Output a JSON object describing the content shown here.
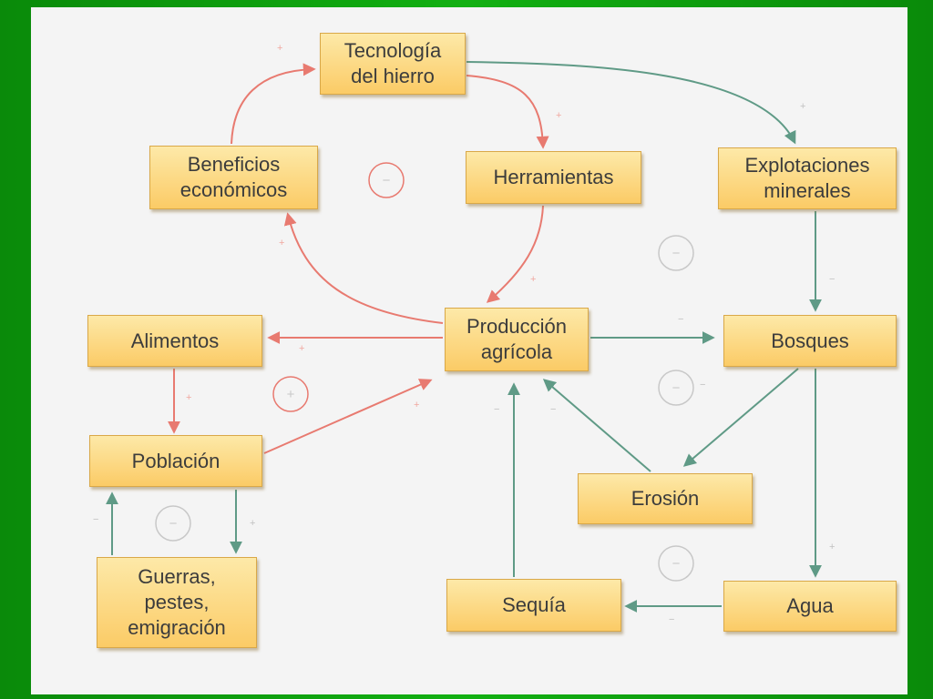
{
  "nodes": {
    "tecnologia": "Tecnología\ndel hierro",
    "beneficios": "Beneficios\neconómicos",
    "herramientas": "Herramientas",
    "explotaciones": "Explotaciones\nminerales",
    "produccion": "Producción\nagrícola",
    "alimentos": "Alimentos",
    "bosques": "Bosques",
    "poblacion": "Población",
    "erosion": "Erosión",
    "guerras": "Guerras,\npestes,\nemigración",
    "sequia": "Sequía",
    "agua": "Agua"
  },
  "edges": [
    {
      "from": "beneficios",
      "to": "tecnologia",
      "sign": "+",
      "color": "#e87a70"
    },
    {
      "from": "tecnologia",
      "to": "herramientas",
      "sign": "+",
      "color": "#e87a70"
    },
    {
      "from": "tecnologia",
      "to": "explotaciones",
      "sign": "+",
      "color": "#5f9a86"
    },
    {
      "from": "herramientas",
      "to": "produccion",
      "sign": "+",
      "color": "#e87a70"
    },
    {
      "from": "produccion",
      "to": "beneficios",
      "sign": "+",
      "color": "#e87a70"
    },
    {
      "from": "produccion",
      "to": "alimentos",
      "sign": "+",
      "color": "#e87a70"
    },
    {
      "from": "alimentos",
      "to": "poblacion",
      "sign": "+",
      "color": "#e87a70"
    },
    {
      "from": "poblacion",
      "to": "produccion",
      "sign": "+",
      "color": "#e87a70"
    },
    {
      "from": "poblacion",
      "to": "guerras",
      "sign": "+",
      "color": "#5f9a86"
    },
    {
      "from": "guerras",
      "to": "poblacion",
      "sign": "−",
      "color": "#5f9a86"
    },
    {
      "from": "explotaciones",
      "to": "bosques",
      "sign": "−",
      "color": "#5f9a86"
    },
    {
      "from": "produccion",
      "to": "bosques",
      "sign": "−",
      "color": "#5f9a86"
    },
    {
      "from": "bosques",
      "to": "erosion",
      "sign": "−",
      "color": "#5f9a86"
    },
    {
      "from": "bosques",
      "to": "agua",
      "sign": "+",
      "color": "#5f9a86"
    },
    {
      "from": "erosion",
      "to": "produccion",
      "sign": "−",
      "color": "#5f9a86"
    },
    {
      "from": "agua",
      "to": "sequia",
      "sign": "−",
      "color": "#5f9a86"
    },
    {
      "from": "sequia",
      "to": "produccion",
      "sign": "−",
      "color": "#5f9a86"
    }
  ],
  "loops": [
    {
      "sign": "−",
      "color": "#e87a70"
    },
    {
      "sign": "−",
      "color": "#c8c8c8"
    },
    {
      "sign": "+",
      "color": "#e87a70"
    },
    {
      "sign": "−",
      "color": "#c8c8c8"
    },
    {
      "sign": "−",
      "color": "#c8c8c8"
    },
    {
      "sign": "−",
      "color": "#c8c8c8"
    }
  ]
}
